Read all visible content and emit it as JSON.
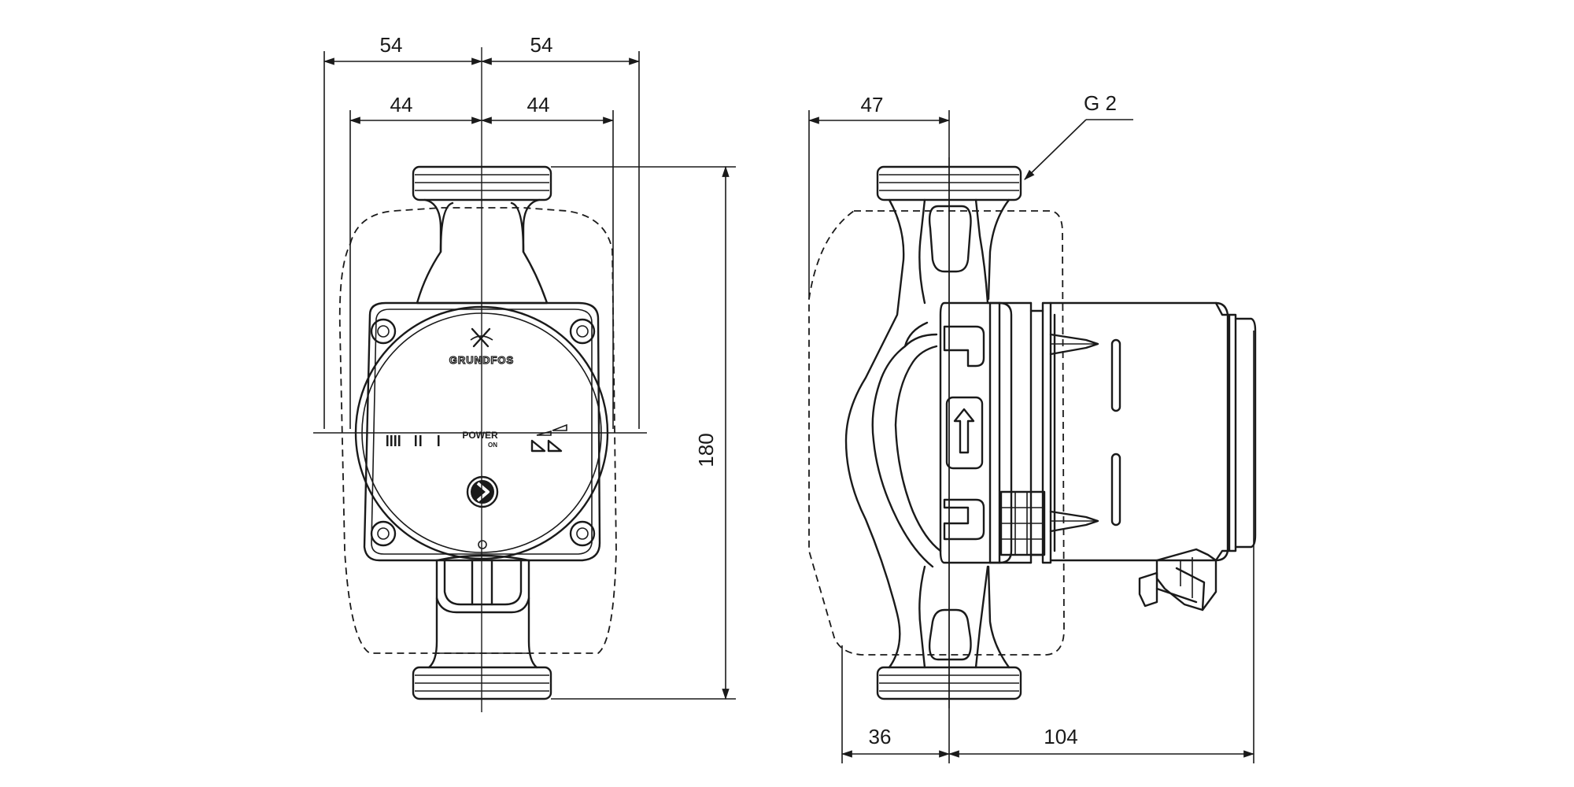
{
  "front_view": {
    "dim_top_outer_left": "54",
    "dim_top_outer_right": "54",
    "dim_top_inner_left": "44",
    "dim_top_inner_right": "44",
    "dim_height": "180",
    "brand_logo_text": "GRUNDFOS",
    "power_label": "POWER",
    "power_on_label": "ON"
  },
  "side_view": {
    "dim_top_left": "47",
    "thread_callout": "G 2",
    "dim_bottom_left": "36",
    "dim_bottom_right": "104"
  }
}
